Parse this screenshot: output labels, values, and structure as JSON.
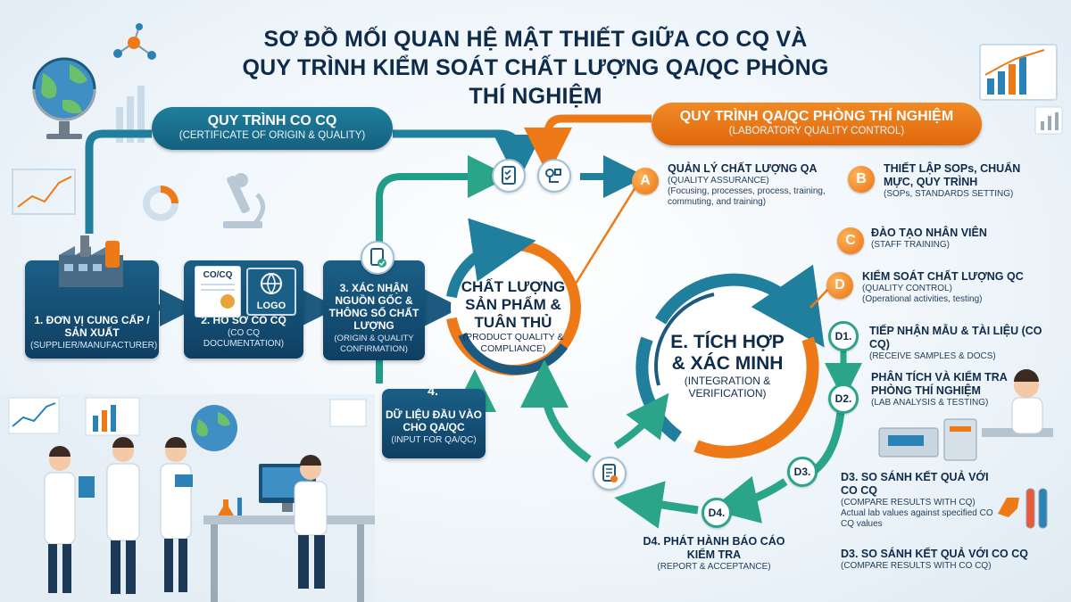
{
  "title": {
    "line1": "SƠ ĐỒ MỐI QUAN HỆ MẬT THIẾT GIỮA CO CQ VÀ",
    "line2": "QUY TRÌNH KIỂM SOÁT CHẤT LƯỢNG QA/QC PHÒNG THÍ NGHIỆM"
  },
  "co_cq_process": {
    "title": "QUY TRÌNH CO CQ",
    "subtitle": "(CERTIFICATE OF ORIGIN & QUALITY)"
  },
  "qa_qc_process": {
    "title": "QUY TRÌNH QA/QC PHÒNG THÍ NGHIỆM",
    "subtitle": "(LABORATORY QUALITY CONTROL)"
  },
  "steps": {
    "step1": {
      "label": "1. ĐƠN VỊ CUNG CẤP / SẢN XUẤT",
      "sub": "(SUPPLIER/MANUFACTURER)"
    },
    "step2": {
      "label": "2. HỒ SƠ CO CQ",
      "sub": "(CO CQ DOCUMENTATION)",
      "doc_text": "CO/CQ",
      "logo_text": "LOGO"
    },
    "step3": {
      "label": "3. XÁC NHẬN NGUỒN GỐC & THÔNG SỐ CHẤT LƯỢNG",
      "sub": "(ORIGIN & QUALITY CONFIRMATION)"
    },
    "step4": {
      "num": "4.",
      "label": "DỮ LIỆU ĐẦU VÀO CHO QA/QC",
      "sub": "(INPUT FOR QA/QC)"
    }
  },
  "center": {
    "main": "CHẤT LƯỢNG SẢN PHẨM & TUÂN THỦ",
    "sub": "(PRODUCT QUALITY & COMPLIANCE)"
  },
  "integration": {
    "main": "E. TÍCH HỢP & XÁC MINH",
    "sub": "(INTEGRATION & VERIFICATION)"
  },
  "right_items": {
    "a": {
      "badge": "A",
      "title": "QUẢN LÝ CHẤT LƯỢNG QA",
      "sub1": "(QUALITY ASSURANCE)",
      "sub2": "(Focusing, processes, process, training, commuting, and training)"
    },
    "b": {
      "badge": "B",
      "title": "THIẾT LẬP SOPs, CHUẨN MỰC, QUY TRÌNH",
      "sub1": "(SOPs, STANDARDS SETTING)"
    },
    "c": {
      "badge": "C",
      "title": "ĐÀO TẠO NHÂN VIÊN",
      "sub1": "(STAFF TRAINING)"
    },
    "d": {
      "badge": "D",
      "title": "KIỂM SOÁT CHẤT LƯỢNG QC",
      "sub1": "(QUALITY CONTROL)",
      "sub2": "(Operational activities, testing)"
    },
    "d1": {
      "badge": "D1.",
      "title": "TIẾP NHẬN MẪU & TÀI LIỆU (CO CQ)",
      "sub1": "(RECEIVE SAMPLES & DOCS)"
    },
    "d2": {
      "badge": "D2.",
      "title": "PHÂN TÍCH VÀ KIỂM TRA PHÒNG THÍ NGHIỆM",
      "sub1": "(LAB ANALYSIS & TESTING)"
    },
    "d3": {
      "badge": "D3.",
      "title": "D3. SO SÁNH KẾT QUẢ VỚI CO CQ",
      "sub1": "(COMPARE RESULTS WITH CQ)",
      "sub2": "Actual lab values against specified CO CQ values"
    },
    "d3b": {
      "title": "D3. SO SÁNH KẾT QUẢ VỚI CO CQ",
      "sub1": "(COMPARE RESULTS WITH CO CQ)"
    },
    "d4": {
      "badge": "D4.",
      "title": "D4. PHÁT HÀNH BÁO CÁO KIỂM TRA",
      "sub1": "(REPORT & ACCEPTANCE)"
    }
  },
  "colors": {
    "teal": "#1f7f9c",
    "navy": "#0f3f63",
    "orange": "#ee7a17",
    "green": "#2aa58a"
  }
}
